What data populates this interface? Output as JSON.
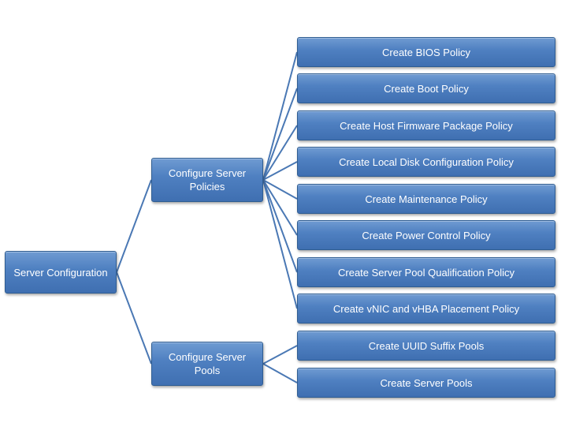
{
  "root": {
    "label": "Server Configuration"
  },
  "branches": [
    {
      "label": "Configure Server Policies",
      "children": [
        "Create BIOS Policy",
        "Create Boot Policy",
        "Create Host Firmware Package Policy",
        "Create Local Disk Configuration Policy",
        "Create Maintenance Policy",
        "Create Power Control Policy",
        "Create Server Pool Qualification Policy",
        "Create vNIC and vHBA Placement Policy"
      ]
    },
    {
      "label": "Configure Server Pools",
      "children": [
        "Create UUID Suffix Pools",
        "Create Server Pools"
      ]
    }
  ],
  "colors": {
    "node_fill": "#4f80c1",
    "node_border": "#2f5d92",
    "connector": "#4a78b4",
    "text": "#ffffff"
  }
}
